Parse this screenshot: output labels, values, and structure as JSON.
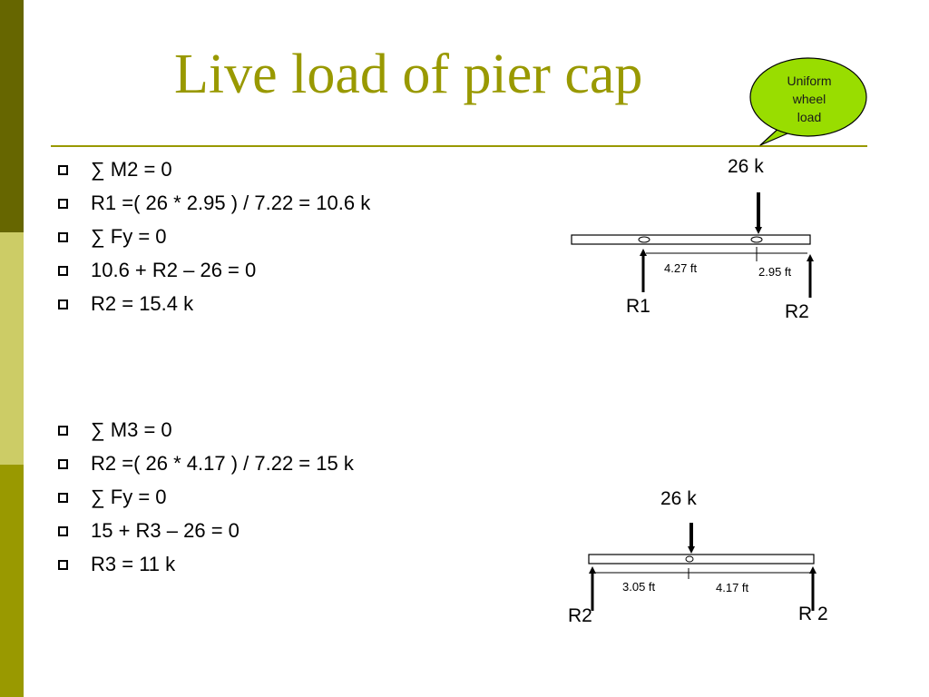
{
  "slide": {
    "title": "Live load of pier cap",
    "colors": {
      "accent": "#999900",
      "sidebar_dark": "#666600",
      "sidebar_light": "#cccc66",
      "callout_fill": "#99dd00"
    },
    "callout": {
      "lines": [
        "Uniform",
        "wheel",
        "load"
      ]
    },
    "section_1": {
      "items": [
        "∑ M2 = 0",
        "R1 =( 26 * 2.95 ) / 7.22 = 10.6 k",
        "∑ Fy = 0",
        "10.6 + R2 – 26 = 0",
        "R2 = 15.4 k"
      ]
    },
    "section_2": {
      "items": [
        "∑ M3 = 0",
        "R2 =( 26 * 4.17 ) / 7.22 = 15 k",
        "∑ Fy = 0",
        "15 + R3 – 26 = 0",
        "R3 = 11 k"
      ]
    },
    "diagram_1": {
      "load": "26 k",
      "dim_left": "4.27 ft",
      "dim_right": "2.95 ft",
      "reaction_left": "R1",
      "reaction_right": "R2"
    },
    "diagram_2": {
      "load": "26 k",
      "dim_left": "3.05 ft",
      "dim_right": "4.17 ft",
      "reaction_left": "R2",
      "reaction_right": "R 2"
    }
  }
}
